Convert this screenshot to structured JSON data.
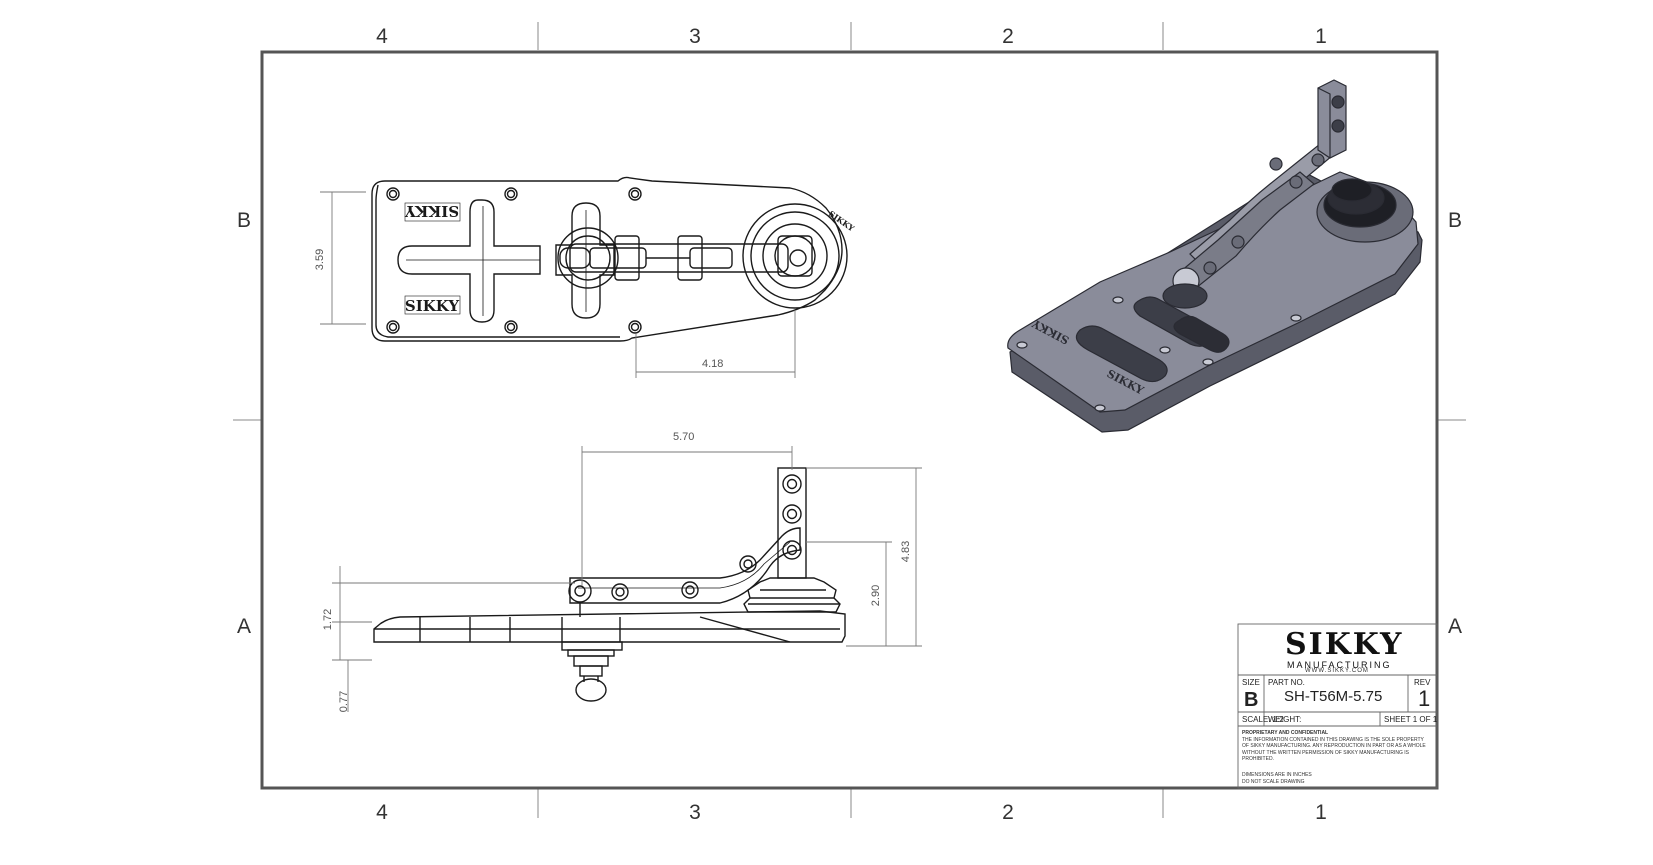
{
  "zones": {
    "top": [
      "4",
      "3",
      "2",
      "1"
    ],
    "bottom": [
      "4",
      "3",
      "2",
      "1"
    ],
    "left": [
      "B",
      "A"
    ],
    "right": [
      "B",
      "A"
    ]
  },
  "dimensions": {
    "top_view_height": "3.59",
    "top_view_length": "4.18",
    "side_span": "5.70",
    "side_total_height": "4.83",
    "side_pivot_height": "2.90",
    "side_arm_height": "1.72",
    "side_bottom_offset": "0.77"
  },
  "engraving": {
    "plate_text_upper": "SIKKY",
    "plate_text_lower": "SIKKY",
    "hub_text": "SIKKY",
    "iso_plate_text_upper": "SIKKY",
    "iso_plate_text_lower": "SIKKY"
  },
  "title_block": {
    "logo": "SIKKY",
    "logo_sub": "MANUFACTURING",
    "logo_url": "WWW.SIKKY.COM",
    "size_label": "SIZE",
    "size_value": "B",
    "part_no_label": "PART  NO.",
    "part_no_value": "SH-T56M-5.75",
    "rev_label": "REV",
    "rev_value": "1",
    "scale_label": "SCALE: 1:2",
    "weight_label": "WEIGHT:",
    "sheet_label": "SHEET 1 OF 1",
    "notes_title": "PROPRIETARY AND CONFIDENTIAL",
    "notes_body": "THE INFORMATION CONTAINED IN THIS DRAWING IS THE SOLE PROPERTY OF SIKKY MANUFACTURING.  ANY REPRODUCTION IN PART OR AS A WHOLE WITHOUT THE WRITTEN PERMISSION OF SIKKY MANUFACTURING IS PROHIBITED.",
    "units_note": "DIMENSIONS ARE IN INCHES",
    "scale_note": "DO NOT SCALE DRAWING"
  },
  "colors": {
    "border": "#555555",
    "line": "#1a1a1a",
    "dim_line": "#7a7a7a",
    "iso_body": "#8a8c9a",
    "iso_dark": "#3c3e48",
    "iso_light": "#c8cad4"
  }
}
